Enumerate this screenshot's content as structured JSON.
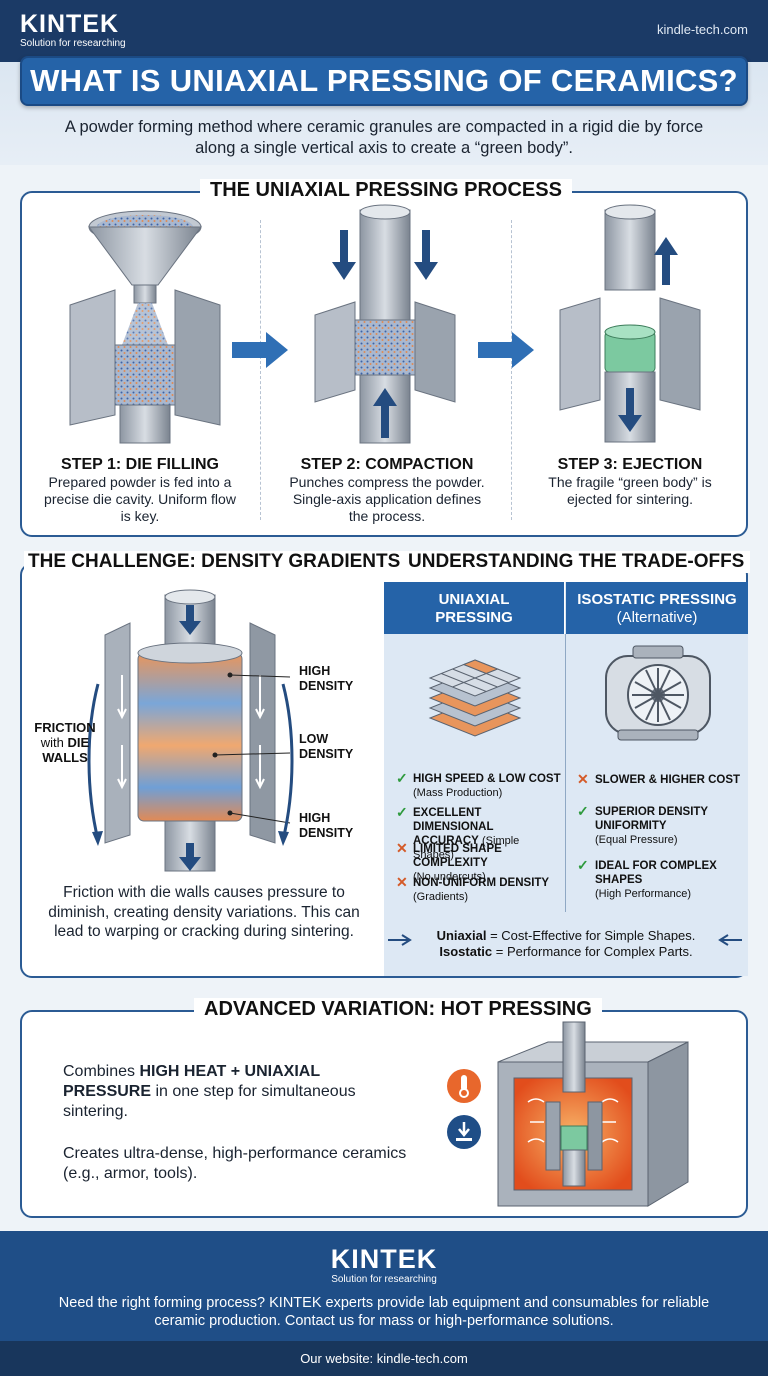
{
  "brand": {
    "name": "KINTEK",
    "tagline": "Solution for researching",
    "site": "kindle-tech.com"
  },
  "title": "WHAT IS UNIAXIAL PRESSING OF CERAMICS?",
  "subtitle": "A powder forming method where ceramic granules are compacted in a rigid die by force along a single vertical axis to create a “green body”.",
  "process": {
    "heading": "THE UNIAXIAL PRESSING PROCESS",
    "steps": [
      {
        "title": "STEP 1: DIE FILLING",
        "text": "Prepared powder is fed into a precise die cavity. Uniform flow is key."
      },
      {
        "title": "STEP 2: COMPACTION",
        "text": "Punches compress the powder. Single-axis application defines the process."
      },
      {
        "title": "STEP 3: EJECTION",
        "text": "The fragile “green body” is ejected for sintering."
      }
    ]
  },
  "challenge": {
    "heading": "THE CHALLENGE: DENSITY GRADIENTS",
    "friction_label": "FRICTION with DIE WALLS",
    "friction_a": "FRICTION",
    "friction_b": "with",
    "friction_c": "DIE",
    "friction_d": "WALLS",
    "high_top_a": "HIGH",
    "high_top_b": "DENSITY",
    "low_a": "LOW",
    "low_b": "DENSITY",
    "high_bot_a": "HIGH",
    "high_bot_b": "DENSITY",
    "text": "Friction with die walls causes pressure to diminish, creating density variations. This can lead to warping or cracking during sintering."
  },
  "tradeoffs": {
    "heading": "UNDERSTANDING THE TRADE-OFFS",
    "uniaxial": {
      "head_a": "UNIAXIAL",
      "head_b": "PRESSING",
      "points": [
        {
          "mark": "ok",
          "title": "HIGH SPEED & LOW COST",
          "note": "(Mass Production)"
        },
        {
          "mark": "ok",
          "title": "EXCELLENT DIMENSIONAL",
          "title2": "ACCURACY",
          "note": "(Simple Shapes)"
        },
        {
          "mark": "x",
          "title": "LIMITED SHAPE COMPLEXITY",
          "note": "(No undercuts)"
        },
        {
          "mark": "x",
          "title": "NON-UNIFORM DENSITY",
          "note": "(Gradients)"
        }
      ]
    },
    "isostatic": {
      "head_a": "ISOSTATIC PRESSING",
      "head_b": "(Alternative)",
      "points": [
        {
          "mark": "x",
          "title": "SLOWER & HIGHER COST",
          "note": ""
        },
        {
          "mark": "ok",
          "title": "SUPERIOR DENSITY",
          "title2": "UNIFORMITY",
          "note": "(Equal Pressure)"
        },
        {
          "mark": "ok",
          "title": "IDEAL FOR COMPLEX",
          "title2": "SHAPES",
          "note": "(High Performance)"
        }
      ]
    },
    "summary_1_bold": "Uniaxial",
    "summary_1_rest": " = Cost-Effective for Simple Shapes.",
    "summary_2_bold": "Isostatic",
    "summary_2_rest": " = Performance for Complex Parts."
  },
  "hot": {
    "heading": "ADVANCED VARIATION: HOT PRESSING",
    "p1_a": "Combines ",
    "p1_bold": "HIGH HEAT + UNIAXIAL PRESSURE",
    "p1_b": " in one step for simultaneous sintering.",
    "p2": "Creates ultra-dense, high-performance ceramics (e.g., armor, tools)."
  },
  "footer": {
    "brand": "KINTEK",
    "tagline": "Solution for researching",
    "text": "Need the right forming process? KINTEK experts provide lab equipment and consumables for reliable ceramic production. Contact us for mass or high-performance solutions.",
    "site": "Our website: kindle-tech.com"
  },
  "colors": {
    "primary": "#2563a8",
    "navy": "#1b3a66",
    "check": "#2e9a3d",
    "cross": "#d45a28",
    "heat": "#e8672c"
  }
}
